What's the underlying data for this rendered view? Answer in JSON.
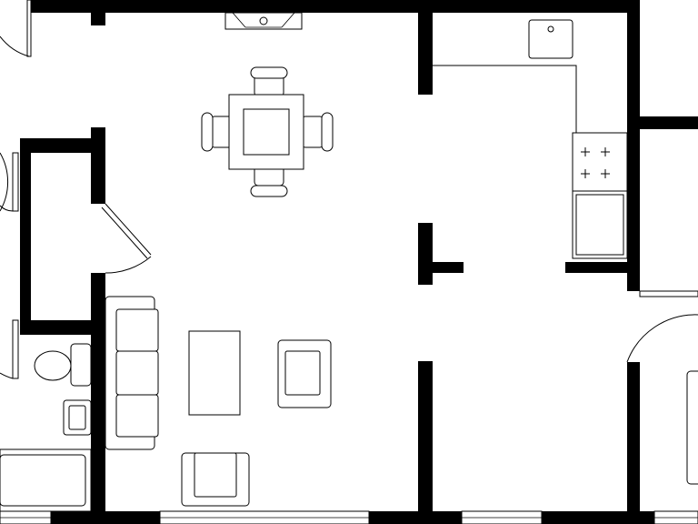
{
  "plan": {
    "colors": {
      "wall": "#000000",
      "background": "#ffffff",
      "line": "#000000"
    },
    "rooms": [
      "dining-area",
      "living-area",
      "kitchen",
      "hallway",
      "bathroom",
      "closet"
    ],
    "furniture": [
      "dining-table",
      "dining-chair",
      "dining-chair",
      "dining-chair",
      "dining-chair",
      "sofa",
      "coffee-table",
      "armchair",
      "armchair",
      "toilet",
      "bathroom-sink",
      "bathtub",
      "kitchen-sink",
      "stove",
      "oven",
      "fireplace"
    ],
    "icons": [
      "door-swing-icon",
      "window-icon",
      "burner-icon"
    ]
  }
}
